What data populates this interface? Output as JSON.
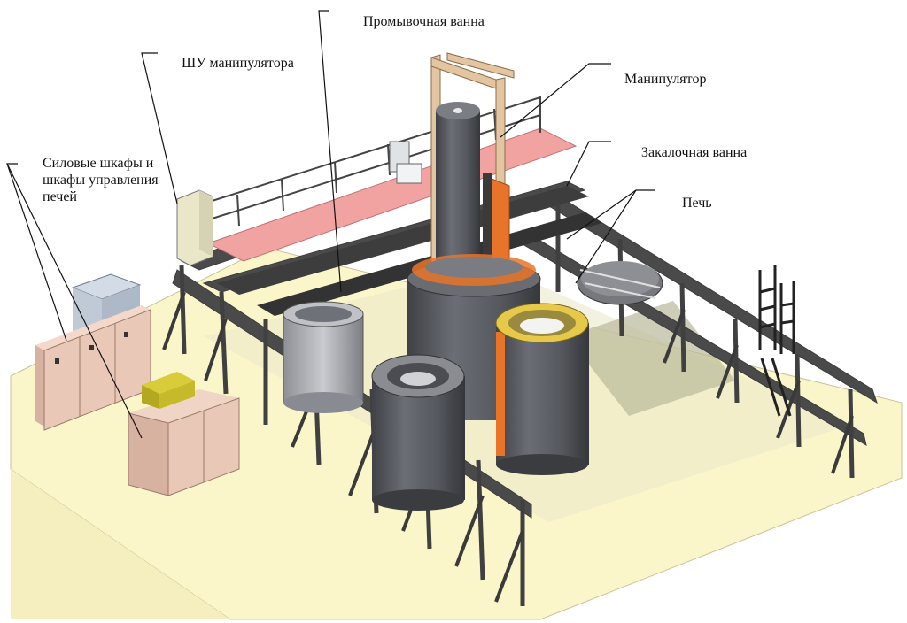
{
  "labels": {
    "washing_bath": "Промывочная ванна",
    "manipulator_control": "ШУ манипулятора",
    "manipulator": "Манипулятор",
    "power_cabinets": "Силовые шкафы и шкафы управления печей",
    "quench_bath": "Закалочная ванна",
    "furnace": "Печь"
  },
  "colors": {
    "floor": "#fbf6c9",
    "steel": "#4a4a4a",
    "vessel": "#5b5d63",
    "orange": "#e8742a",
    "cabinet": "#eac8b8",
    "platform": "#f1a3a1",
    "yellow_ring": "#e6c84a"
  }
}
